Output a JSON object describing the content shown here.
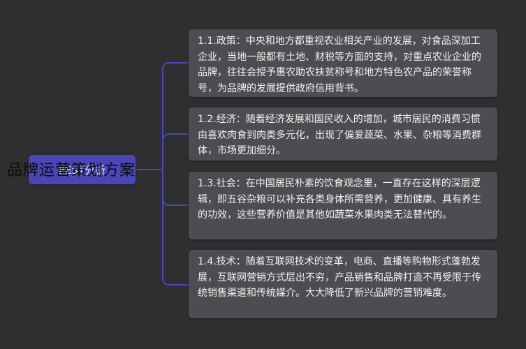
{
  "root": {
    "label": "PEST分析"
  },
  "watermark": {
    "text": "品牌运营策划方案"
  },
  "colors": {
    "background": "#2f2f32",
    "root_fill": "#4a46b8",
    "card_fill": "#4d4d51",
    "connector": "#4a46b8"
  },
  "cards": [
    {
      "text": "1.1.政策：中央和地方都重视农业相关产业的发展，对食品深加工企业，当地一般都有土地、财税等方面的支持，对重点农业企业的品牌，往往会授予惠农助农扶贫称号和地方特色农产品的荣誉称号，为品牌的发展提供政府信用背书。"
    },
    {
      "text": "1.2.经济：随着经济发展和国民收入的增加，城市居民的消费习惯由喜欢肉食到肉类多元化，出现了偏爱蔬菜、水果、杂粮等消费群体，市场更加细分。"
    },
    {
      "text": "1.3.社会：在中国居民朴素的饮食观念里，一直存在这样的深层逻辑，即五谷杂粮可以补充各类身体所需营养，更加健康、具有养生的功效，这些营养价值是其他如蔬菜水果肉类无法替代的。"
    },
    {
      "text": "1.4.技术：随着互联网技术的变革，电商、直播等购物形式蓬勃发展，互联网营销方式层出不穷，产品销售和品牌打造不再受限于传统销售渠道和传统媒介。大大降低了新兴品牌的营销难度。"
    }
  ]
}
